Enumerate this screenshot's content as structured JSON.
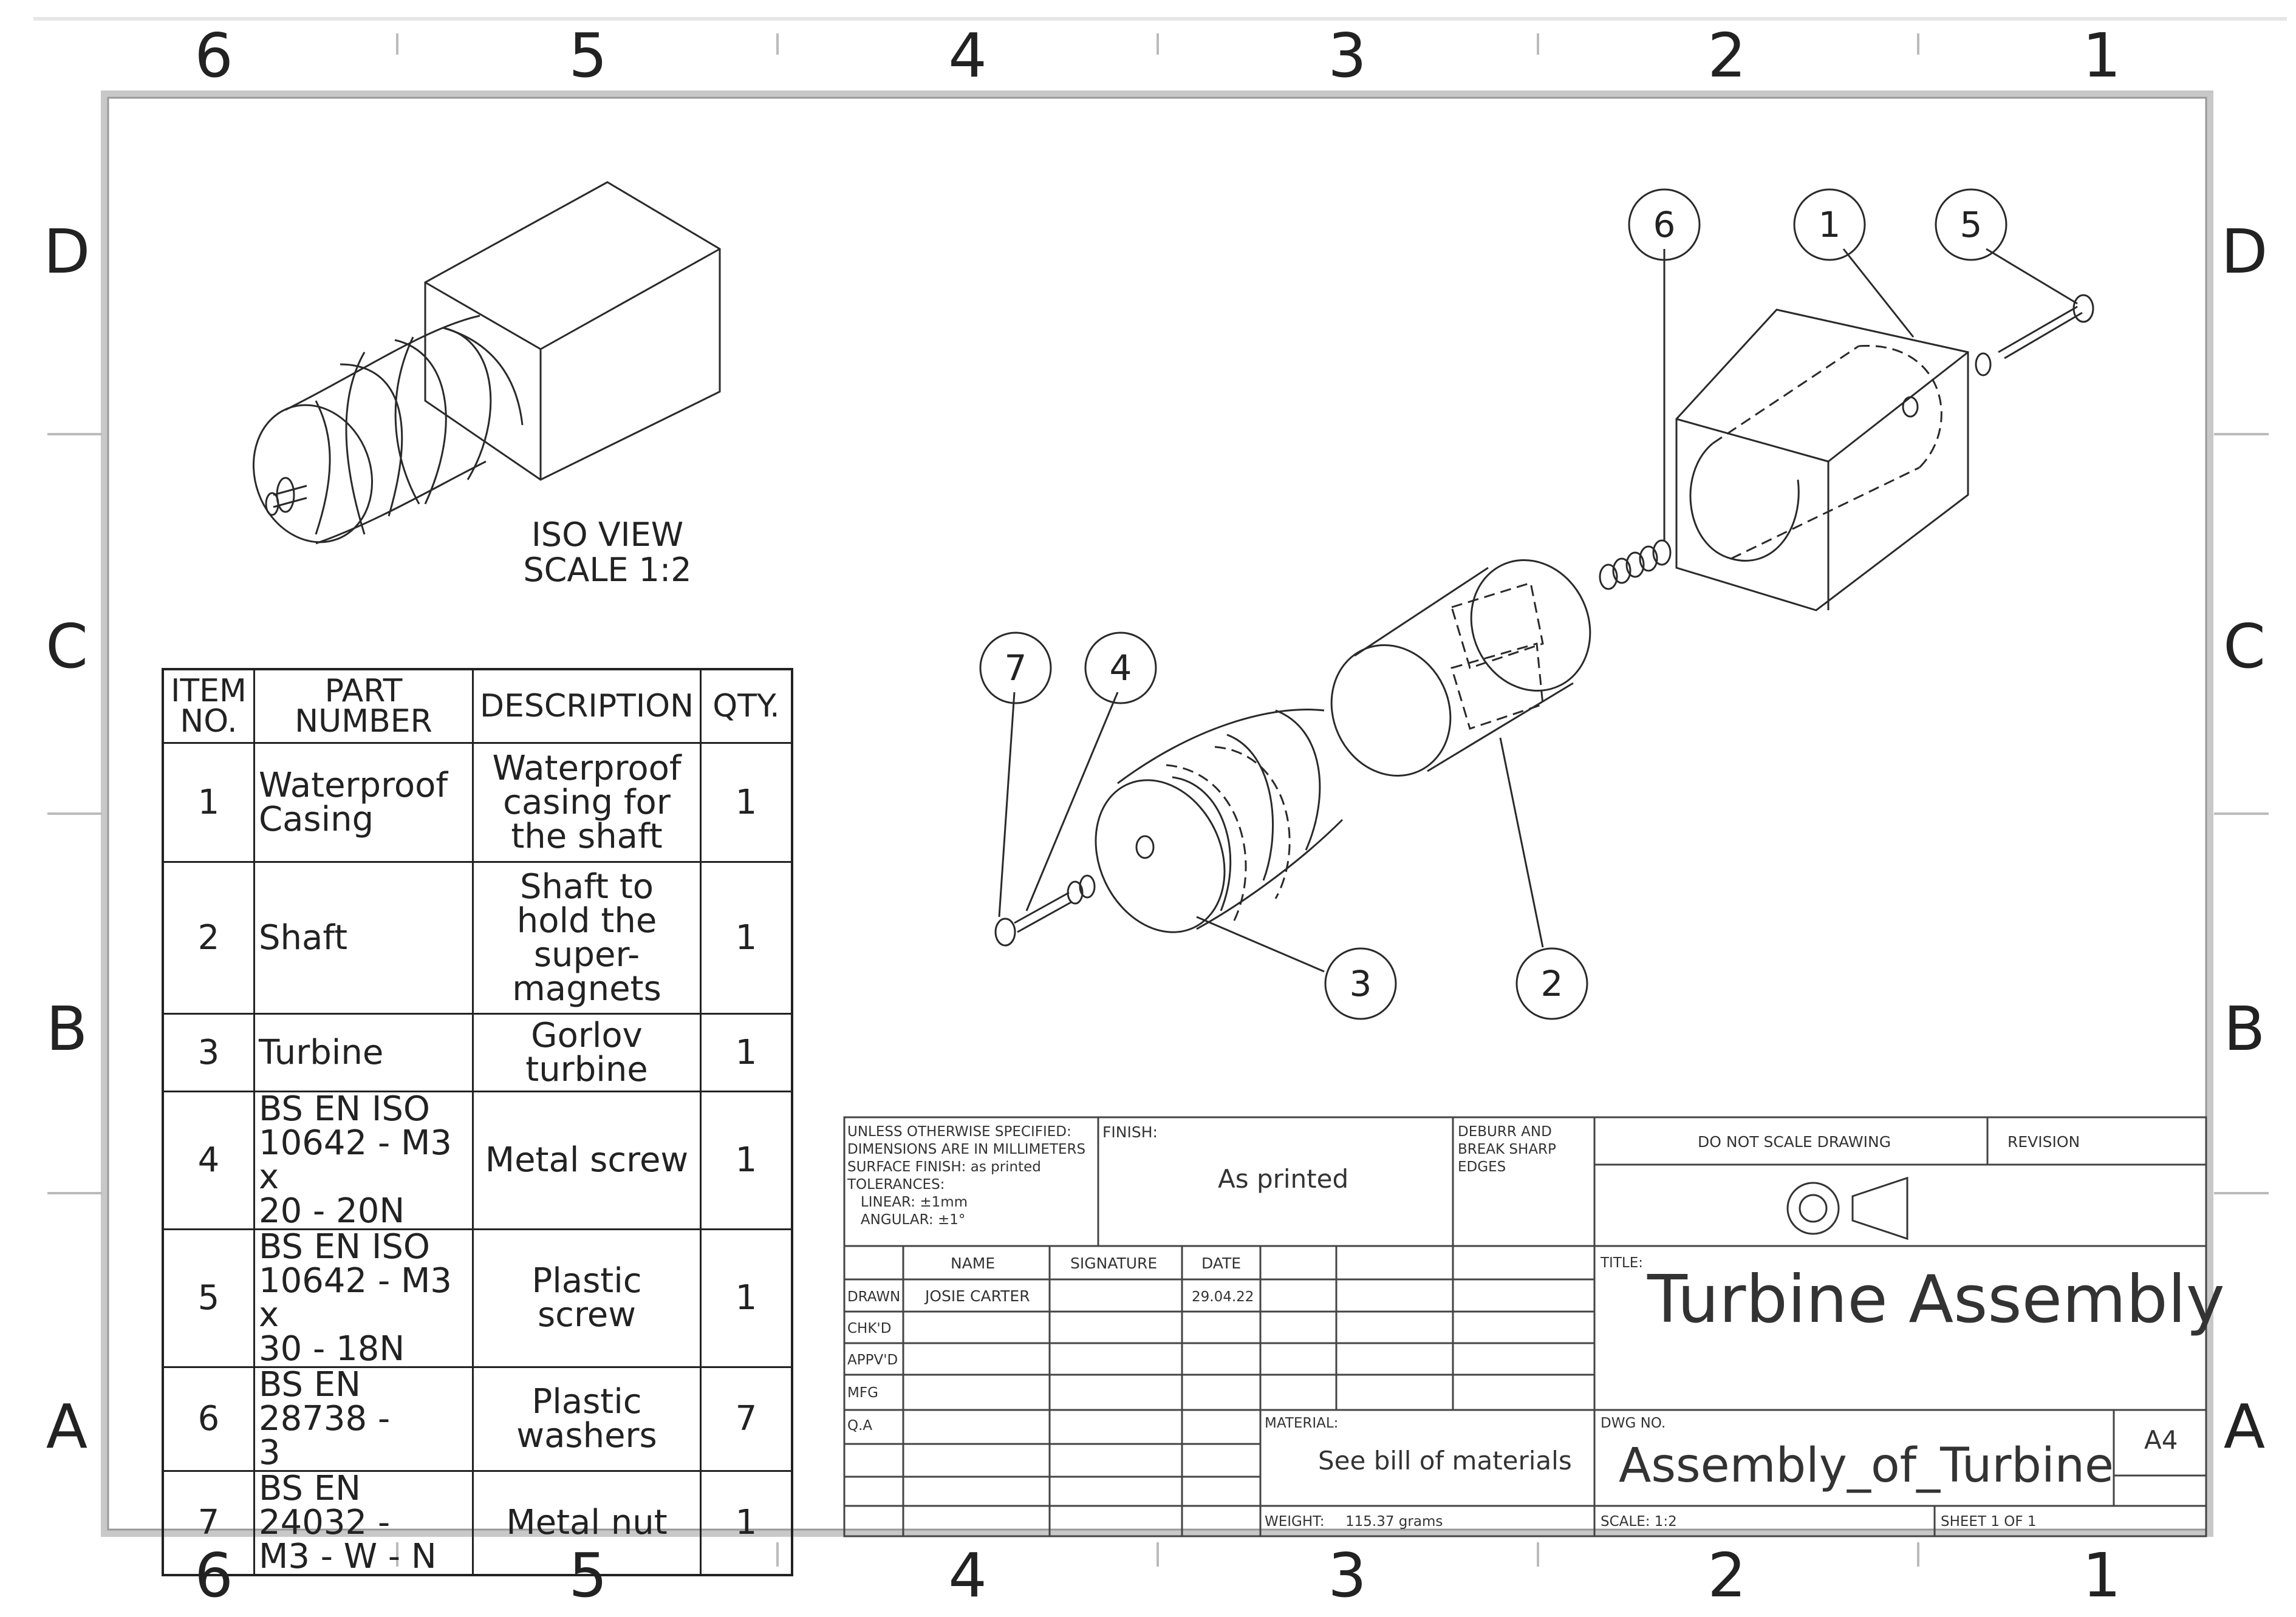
{
  "frame": {
    "zone_numbers": [
      "6",
      "5",
      "4",
      "3",
      "2",
      "1"
    ],
    "zone_letters": [
      "D",
      "C",
      "B",
      "A"
    ]
  },
  "iso_view": {
    "caption_line1": "ISO VIEW",
    "caption_line2": "SCALE 1:2"
  },
  "balloons": [
    "6",
    "1",
    "5",
    "7",
    "4",
    "3",
    "2"
  ],
  "bom": {
    "headers": {
      "item_line1": "ITEM",
      "item_line2": "NO.",
      "part_line1": "PART",
      "part_line2": "NUMBER",
      "description": "DESCRIPTION",
      "qty": "QTY."
    },
    "rows": [
      {
        "item": "1",
        "part": [
          "Waterproof",
          "Casing"
        ],
        "description": [
          "Waterproof",
          "casing for",
          "the shaft"
        ],
        "qty": "1"
      },
      {
        "item": "2",
        "part": [
          "Shaft"
        ],
        "description": [
          "Shaft to",
          "hold the",
          "super-",
          "magnets"
        ],
        "qty": "1"
      },
      {
        "item": "3",
        "part": [
          "Turbine"
        ],
        "description": [
          "Gorlov",
          "turbine"
        ],
        "qty": "1"
      },
      {
        "item": "4",
        "part": [
          "BS EN ISO",
          "10642 - M3 x",
          "20 - 20N"
        ],
        "description": [
          "Metal screw"
        ],
        "qty": "1"
      },
      {
        "item": "5",
        "part": [
          "BS EN ISO",
          "10642 - M3 x",
          "30 - 18N"
        ],
        "description": [
          "Plastic",
          "screw"
        ],
        "qty": "1"
      },
      {
        "item": "6",
        "part": [
          "BS EN 28738 -",
          "3"
        ],
        "description": [
          "Plastic",
          "washers"
        ],
        "qty": "7"
      },
      {
        "item": "7",
        "part": [
          "BS EN 24032 -",
          "M3 - W - N"
        ],
        "description": [
          "Metal nut"
        ],
        "qty": "1"
      }
    ]
  },
  "title_block": {
    "spec_lines": [
      "UNLESS OTHERWISE SPECIFIED:",
      "DIMENSIONS ARE IN MILLIMETERS",
      "SURFACE FINISH: as printed",
      "TOLERANCES:",
      "   LINEAR: ±1mm",
      "   ANGULAR: ±1°"
    ],
    "finish_label": "FINISH:",
    "finish_value": "As printed",
    "deburr_lines": [
      "DEBURR AND",
      "BREAK SHARP",
      "EDGES"
    ],
    "do_not_scale": "DO NOT SCALE DRAWING",
    "revision_label": "REVISION",
    "col_name": "NAME",
    "col_signature": "SIGNATURE",
    "col_date": "DATE",
    "row_labels": [
      "DRAWN",
      "CHK'D",
      "APPV'D",
      "MFG",
      "Q.A"
    ],
    "drawn_name": "JOSIE CARTER",
    "drawn_date": "29.04.22",
    "title_label": "TITLE:",
    "title_value": "Turbine Assembly",
    "material_label": "MATERIAL:",
    "material_value": "See bill of materials",
    "dwg_no_label": "DWG NO.",
    "dwg_no_value": "Assembly_of_Turbine",
    "size": "A4",
    "weight_label": "WEIGHT:",
    "weight_value": "115.37 grams",
    "scale": "SCALE: 1:2",
    "sheet": "SHEET 1 OF 1"
  }
}
